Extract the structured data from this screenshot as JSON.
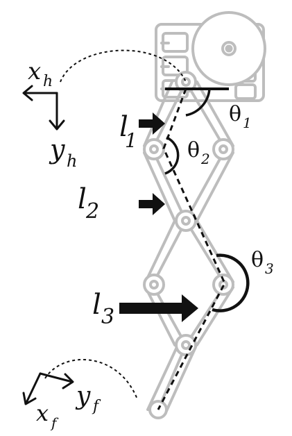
{
  "colors": {
    "link_outline": "#bdbdbd",
    "ink": "#111111",
    "background": "#ffffff"
  },
  "labels": {
    "hip_x": {
      "base": "x",
      "sub": "h"
    },
    "hip_y": {
      "base": "y",
      "sub": "h"
    },
    "foot_x": {
      "base": "x",
      "sub": "f"
    },
    "foot_y": {
      "base": "y",
      "sub": "f"
    },
    "l1": {
      "base": "l",
      "sub": "1"
    },
    "l2": {
      "base": "l",
      "sub": "2"
    },
    "l3": {
      "base": "l",
      "sub": "3"
    },
    "theta1": {
      "base": "θ",
      "sub": "1"
    },
    "theta2": {
      "base": "θ",
      "sub": "2"
    },
    "theta3": {
      "base": "θ",
      "sub": "3"
    }
  },
  "icons": {
    "l1_arrow": "right-arrow-icon",
    "l2_arrow": "right-arrow-icon",
    "l3_arrow": "right-arrow-icon"
  }
}
